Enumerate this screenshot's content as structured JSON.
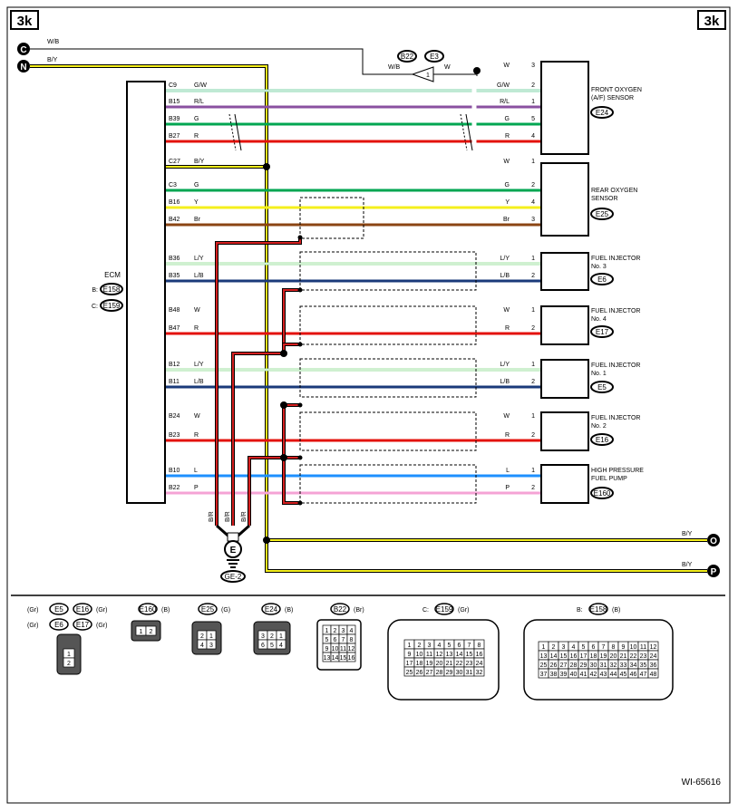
{
  "page": {
    "code_left": "3k",
    "code_right": "3k",
    "footer_code": "WI-65616"
  },
  "connectors_left": {
    "c_label": "C",
    "c_wire": "W/B",
    "n_label": "N",
    "n_wire": "B/Y"
  },
  "connectors_right": {
    "o_label": "O",
    "o_wire": "B/Y",
    "p_label": "P",
    "p_wire": "B/Y"
  },
  "ecm": {
    "name": "ECM",
    "b_prefix": "B:",
    "b_conn": "E158",
    "c_prefix": "C:",
    "c_conn": "E159"
  },
  "ground": {
    "symbol": "E",
    "code": "GE-2",
    "wires": [
      "B/R",
      "B/R",
      "B/R"
    ]
  },
  "relay_joint": {
    "conn1": "B22",
    "conn2": "E3",
    "wire_left": "W/B",
    "pin": "1",
    "wire_right": "W"
  },
  "ecm_pins": [
    {
      "pin": "C9",
      "wire": "G/W"
    },
    {
      "pin": "B15",
      "wire": "R/L"
    },
    {
      "pin": "B39",
      "wire": "G"
    },
    {
      "pin": "B27",
      "wire": "R"
    },
    {
      "pin": "C27",
      "wire": "B/Y"
    },
    {
      "pin": "C3",
      "wire": "G"
    },
    {
      "pin": "B16",
      "wire": "Y"
    },
    {
      "pin": "B42",
      "wire": "Br"
    },
    {
      "pin": "B36",
      "wire": "L/Y"
    },
    {
      "pin": "B35",
      "wire": "L/B"
    },
    {
      "pin": "B48",
      "wire": "W"
    },
    {
      "pin": "B47",
      "wire": "R"
    },
    {
      "pin": "B12",
      "wire": "L/Y"
    },
    {
      "pin": "B11",
      "wire": "L/B"
    },
    {
      "pin": "B24",
      "wire": "W"
    },
    {
      "pin": "B23",
      "wire": "R"
    },
    {
      "pin": "B10",
      "wire": "L"
    },
    {
      "pin": "B22",
      "wire": "P"
    }
  ],
  "component_pins": [
    {
      "wire": "W",
      "pin": "3"
    },
    {
      "wire": "G/W",
      "pin": "2"
    },
    {
      "wire": "R/L",
      "pin": "1"
    },
    {
      "wire": "G",
      "pin": "5"
    },
    {
      "wire": "R",
      "pin": "4"
    },
    {
      "wire": "W",
      "pin": "1"
    },
    {
      "wire": "G",
      "pin": "2"
    },
    {
      "wire": "Y",
      "pin": "4"
    },
    {
      "wire": "Br",
      "pin": "3"
    },
    {
      "wire": "L/Y",
      "pin": "1"
    },
    {
      "wire": "L/B",
      "pin": "2"
    },
    {
      "wire": "W",
      "pin": "1"
    },
    {
      "wire": "R",
      "pin": "2"
    },
    {
      "wire": "L/Y",
      "pin": "1"
    },
    {
      "wire": "L/B",
      "pin": "2"
    },
    {
      "wire": "W",
      "pin": "1"
    },
    {
      "wire": "R",
      "pin": "2"
    },
    {
      "wire": "L",
      "pin": "1"
    },
    {
      "wire": "P",
      "pin": "2"
    }
  ],
  "components": [
    {
      "name1": "FRONT OXYGEN",
      "name2": "(A/F) SENSOR",
      "name3": "",
      "conn": "E24"
    },
    {
      "name1": "REAR OXYGEN",
      "name2": "SENSOR",
      "name3": "",
      "conn": "E25"
    },
    {
      "name1": "FUEL INJECTOR",
      "name2": "No. 3",
      "name3": "",
      "conn": "E6"
    },
    {
      "name1": "FUEL INJECTOR",
      "name2": "No. 4",
      "name3": "",
      "conn": "E17"
    },
    {
      "name1": "FUEL INJECTOR",
      "name2": "No. 1",
      "name3": "",
      "conn": "E5"
    },
    {
      "name1": "FUEL INJECTOR",
      "name2": "No. 2",
      "name3": "",
      "conn": "E16"
    },
    {
      "name1": "HIGH PRESSURE",
      "name2": "FUEL PUMP",
      "name3": "",
      "conn": "E160"
    }
  ],
  "connector_key": {
    "inj_row1": [
      "(Gr)",
      "E5",
      "E16",
      "(Gr)"
    ],
    "inj_row2": [
      "(Gr)",
      "E6",
      "E17",
      "(Gr)"
    ],
    "inj_pins": [
      "1",
      "2"
    ],
    "e160": {
      "conn": "E160",
      "color": "(B)",
      "pins": [
        "1",
        "2"
      ]
    },
    "e25": {
      "conn": "E25",
      "color": "(G)",
      "pins": [
        "2",
        "1",
        "4",
        "3"
      ]
    },
    "e24": {
      "conn": "E24",
      "color": "(B)",
      "pins": [
        "3",
        "2",
        "1",
        "6",
        "5",
        "4"
      ]
    },
    "b22": {
      "conn": "B22",
      "color": "(Br)",
      "pins": [
        "1",
        "2",
        "3",
        "4",
        "5",
        "6",
        "7",
        "8",
        "9",
        "10",
        "11",
        "12",
        "13",
        "14",
        "15",
        "16"
      ]
    },
    "e159": {
      "prefix": "C:",
      "conn": "E159",
      "color": "(Gr)",
      "pins": [
        "1",
        "2",
        "3",
        "4",
        "5",
        "6",
        "7",
        "8",
        "9",
        "10",
        "11",
        "12",
        "13",
        "14",
        "15",
        "16",
        "17",
        "18",
        "19",
        "20",
        "21",
        "22",
        "23",
        "24",
        "25",
        "26",
        "27",
        "28",
        "29",
        "30",
        "31",
        "32"
      ]
    },
    "e158": {
      "prefix": "B:",
      "conn": "E158",
      "color": "(B)",
      "pins": [
        "1",
        "2",
        "3",
        "4",
        "5",
        "6",
        "7",
        "8",
        "9",
        "10",
        "11",
        "12",
        "13",
        "14",
        "15",
        "16",
        "17",
        "18",
        "19",
        "20",
        "21",
        "22",
        "23",
        "24",
        "25",
        "26",
        "27",
        "28",
        "29",
        "30",
        "31",
        "32",
        "33",
        "34",
        "35",
        "36",
        "37",
        "38",
        "39",
        "40",
        "41",
        "42",
        "43",
        "44",
        "45",
        "46",
        "47",
        "48"
      ]
    }
  },
  "colors": {
    "green": "#00a651",
    "green_white": "#7fd3a8",
    "red_blue": "#8a50a0",
    "red": "#e3120b",
    "black_yellow": "#7a7000",
    "yellow": "#f4ef1c",
    "brown": "#8b4513",
    "blue_yellow": "#9fe0a0",
    "blue_black": "#1a3a7a",
    "blue": "#1e90ff",
    "pink": "#f5a3d5",
    "black_red": "#7a1010"
  }
}
